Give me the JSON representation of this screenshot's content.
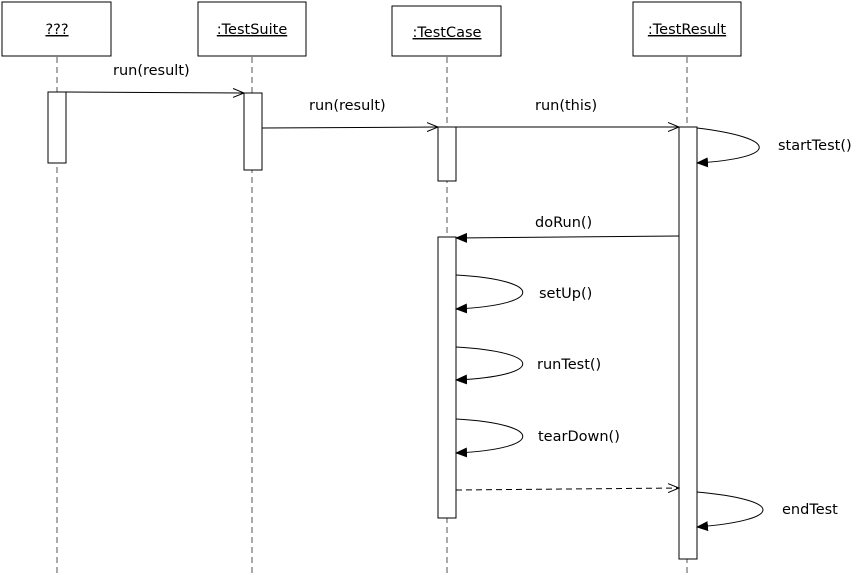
{
  "lifelines": [
    {
      "id": "unknown",
      "label": "???"
    },
    {
      "id": "suite",
      "label": ":TestSuite"
    },
    {
      "id": "case",
      "label": ":TestCase"
    },
    {
      "id": "result",
      "label": ":TestResult"
    }
  ],
  "messages": {
    "run_result_1": "run(result)",
    "run_result_2": "run(result)",
    "run_this": "run(this)",
    "start_test": "startTest()",
    "do_run": "doRun()",
    "set_up": "setUp()",
    "run_test": "runTest()",
    "tear_down": "tearDown()",
    "end_test": "endTest"
  }
}
